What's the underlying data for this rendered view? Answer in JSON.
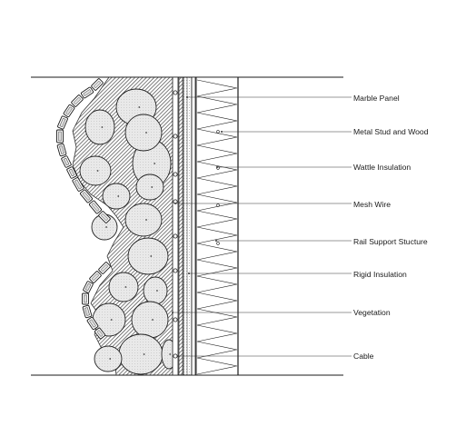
{
  "labels": [
    "Marble Panel",
    "Metal Stud and Wood",
    "Wattle Insulation",
    "Mesh Wire",
    "Rail Support Stucture",
    "Rigid Insulation",
    "Vegetation",
    "Cable"
  ],
  "colors": {
    "line": "#1a1a1a",
    "stone_fill": "#e9e9e9",
    "hatch": "#3a3a3a"
  }
}
